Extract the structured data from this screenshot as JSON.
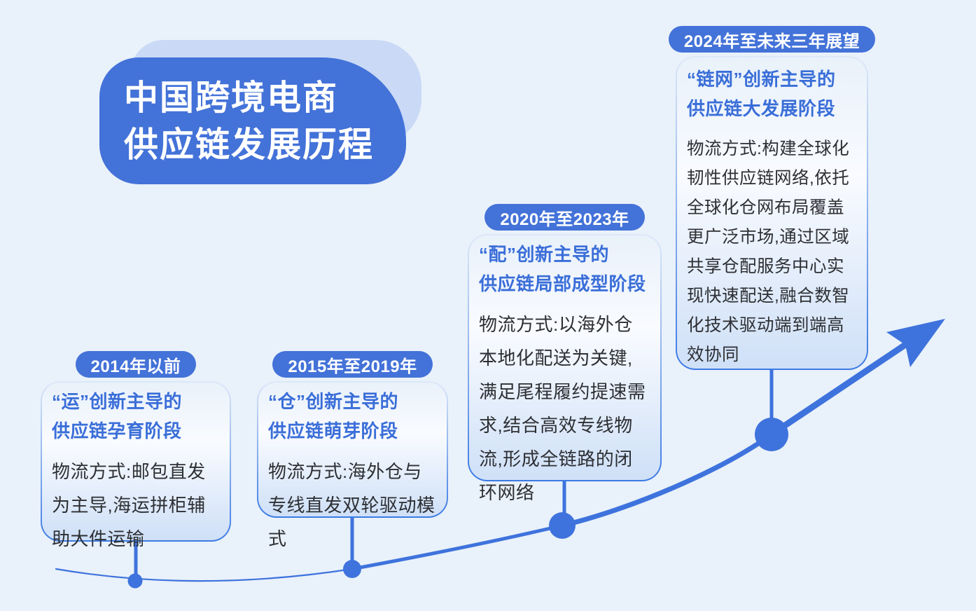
{
  "page": {
    "background_color": "#e9f1fa",
    "language": "zh-CN"
  },
  "colors": {
    "primary_blue": "#4372d8",
    "curve_blue": "#3e73dd",
    "card_title_blue": "#3a6ed8",
    "card_border_blue": "#3b7ae4",
    "badge_text": "#ffffff",
    "body_text": "#2d2f33",
    "title_backdrop": "#c9d9f6",
    "card_gradient_bottom": "#cfe0f7"
  },
  "title": {
    "line1": "中国跨境电商",
    "line2": "供应链发展历程"
  },
  "stages": [
    {
      "badge": "2014年以前",
      "title_line1": "“运”创新主导的",
      "title_line2": "供应链孕育阶段",
      "body": "物流方式:邮包直发为主导,海运拼柜辅助大件运输"
    },
    {
      "badge": "2015年至2019年",
      "title_line1": "“仓”创新主导的",
      "title_line2": "供应链萌芽阶段",
      "body": "物流方式:海外仓与专线直发双轮驱动模式"
    },
    {
      "badge": "2020年至2023年",
      "title_line1": "“配”创新主导的",
      "title_line2": "供应链局部成型阶段",
      "body": "物流方式:以海外仓本地化配送为关键,满足尾程履约提速需求,结合高效专线物流,形成全链路的闭环网络"
    },
    {
      "badge": "2024年至未来三年展望",
      "title_line1": "“链网”创新主导的",
      "title_line2": "供应链大发展阶段",
      "body": "物流方式:构建全球化韧性供应链网络,依托全球化仓网布局覆盖更广泛市场,通过区域共享仓配服务中心实现快速配送,融合数智化技术驱动端到端高效协同"
    }
  ],
  "timeline": {
    "shape": "ascending growth curve with arrow",
    "dot_count": 4
  }
}
